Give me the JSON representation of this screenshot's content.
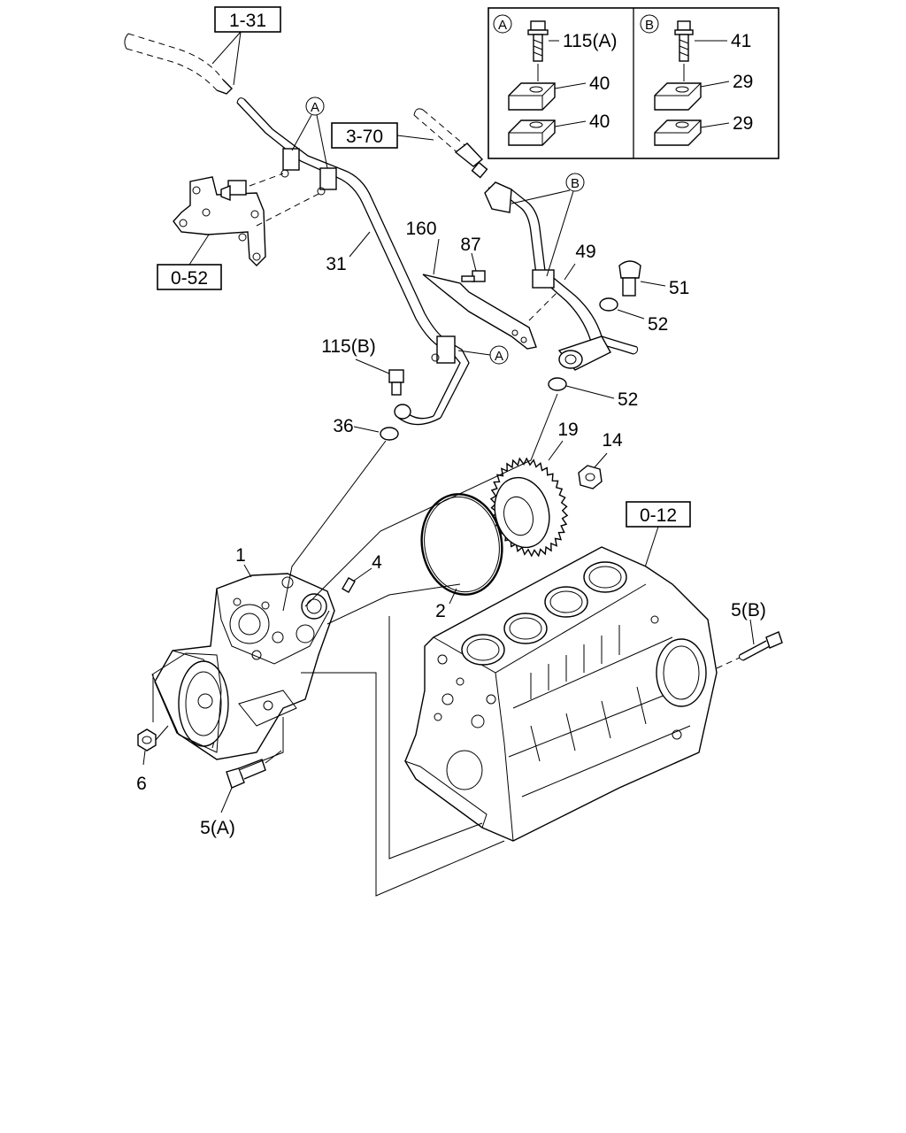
{
  "refs": {
    "r1_31": "1-31",
    "r3_70": "3-70",
    "r0_52": "0-52",
    "r0_12": "0-12"
  },
  "parts": {
    "p115a": "115(A)",
    "p40a": "40",
    "p40b": "40",
    "p41": "41",
    "p29a": "29",
    "p29b": "29",
    "p160": "160",
    "p87": "87",
    "p49": "49",
    "p51": "51",
    "p52a": "52",
    "p52b": "52",
    "p31": "31",
    "p115b": "115(B)",
    "p36": "36",
    "p19": "19",
    "p14": "14",
    "p1": "1",
    "p4": "4",
    "p2": "2",
    "p5b": "5(B)",
    "p6": "6",
    "p5a": "5(A)"
  },
  "markers": {
    "a": "A",
    "b": "B"
  }
}
